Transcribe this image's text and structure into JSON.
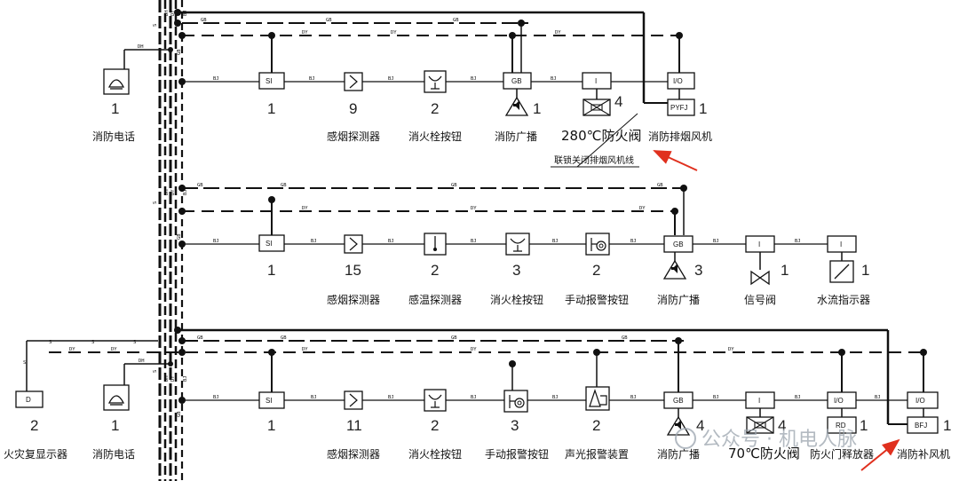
{
  "colors": {
    "line": "#111111",
    "arrow": "#e0301e",
    "watermark": "#9aa3ad"
  },
  "wire_codes": {
    "gb": "GB",
    "dy": "DY",
    "bj": "BJ",
    "dh": "DH",
    "s": "S",
    "bus_vertical": [
      "S",
      "DH",
      "DY",
      "GB",
      "BJ"
    ]
  },
  "row1": {
    "phone": {
      "label": "消防电话",
      "count": "1",
      "icon": "telephone-icon"
    },
    "smoke": {
      "label": "感烟探测器",
      "count": "9",
      "code": "SI",
      "icon": "smoke-detector-icon"
    },
    "hydrant": {
      "label": "消火栓按钮",
      "count": "2",
      "icon": "hydrant-button-icon"
    },
    "broadcast": {
      "label": "消防广播",
      "count": "1",
      "module": "GB",
      "icon": "speaker-icon"
    },
    "damper": {
      "label": "280℃防火阀",
      "count": "4",
      "module": "I",
      "icon": "fire-damper-icon"
    },
    "fan": {
      "label": "消防排烟风机",
      "count": "1",
      "module": "I/O",
      "box": "PYFJ"
    },
    "note": "联锁关闭排烟风机线"
  },
  "row2": {
    "si": {
      "code": "SI",
      "count": "1"
    },
    "smoke": {
      "label": "感烟探测器",
      "count": "15",
      "icon": "smoke-detector-icon"
    },
    "heat": {
      "label": "感温探测器",
      "count": "2",
      "icon": "heat-detector-icon"
    },
    "hydrant": {
      "label": "消火栓按钮",
      "count": "3",
      "icon": "hydrant-button-icon"
    },
    "manual": {
      "label": "手动报警按钮",
      "count": "2",
      "icon": "manual-alarm-icon"
    },
    "broadcast": {
      "label": "消防广播",
      "count": "3",
      "module": "GB",
      "icon": "speaker-icon"
    },
    "signal": {
      "label": "信号阀",
      "count": "1",
      "module": "I",
      "icon": "valve-icon"
    },
    "flow": {
      "label": "水流指示器",
      "count": "1",
      "module": "I",
      "icon": "flow-indicator-icon"
    }
  },
  "row3": {
    "display": {
      "label": "火灾复显示器",
      "count": "2",
      "box": "D"
    },
    "phone": {
      "label": "消防电话",
      "count": "1",
      "icon": "telephone-icon"
    },
    "si": {
      "code": "SI",
      "count": "1"
    },
    "smoke": {
      "label": "感烟探测器",
      "count": "11",
      "icon": "smoke-detector-icon"
    },
    "hydrant": {
      "label": "消火栓按钮",
      "count": "2",
      "icon": "hydrant-button-icon"
    },
    "manual": {
      "label": "手动报警按钮",
      "count": "3",
      "icon": "manual-alarm-icon"
    },
    "soundlight": {
      "label": "声光报警装置",
      "count": "2",
      "icon": "sound-light-alarm-icon"
    },
    "broadcast": {
      "label": "消防广播",
      "count": "4",
      "module": "GB",
      "icon": "speaker-icon"
    },
    "damper": {
      "label": "70℃防火阀",
      "count": "4",
      "module": "I",
      "icon": "fire-damper-icon"
    },
    "door": {
      "label": "防火门释放器",
      "count": "1",
      "module": "I/O",
      "box": "RD"
    },
    "fan": {
      "label": "消防补风机",
      "count": "1",
      "module": "I/O",
      "box": "BFJ"
    }
  },
  "watermark": "公众号 · 机电人脉"
}
